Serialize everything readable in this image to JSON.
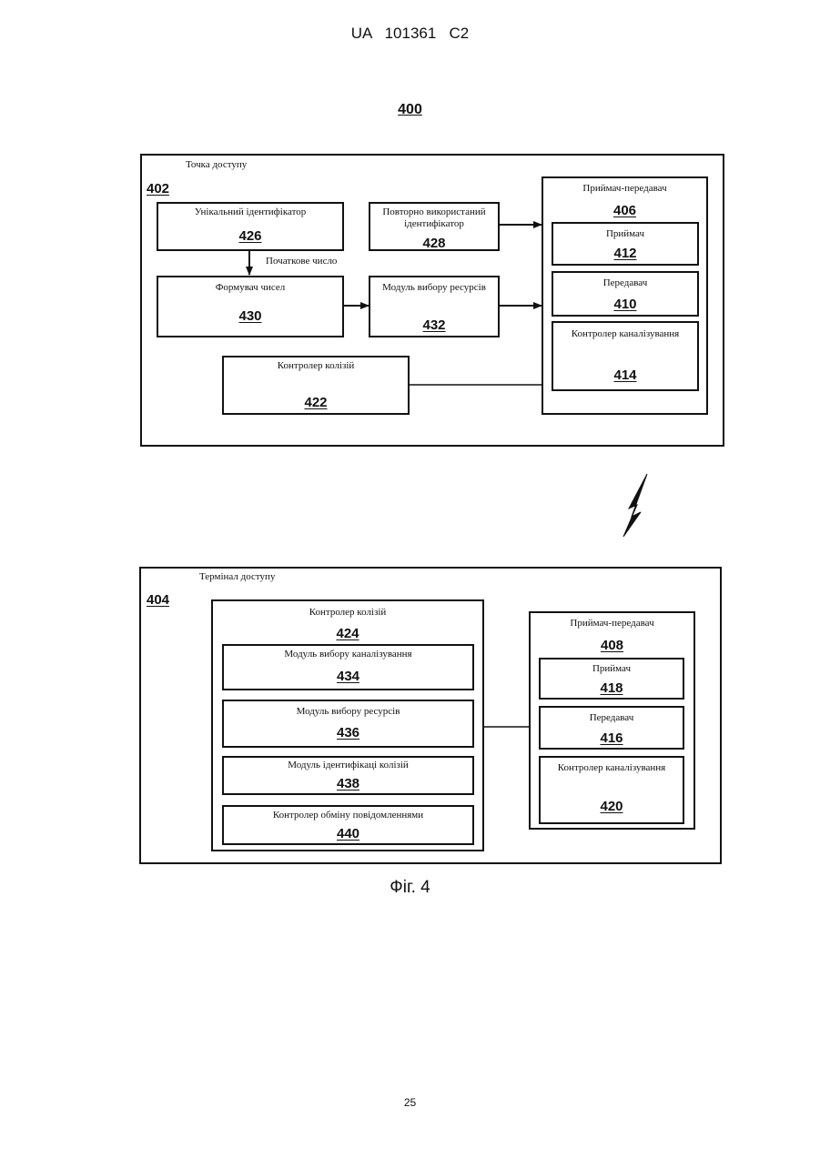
{
  "header": {
    "patent_id": "UA   101361   C2"
  },
  "figure_number": "400",
  "access_point": {
    "title": "Точка доступу",
    "ref": "402",
    "unique_id": {
      "label": "Унікальний ідентифікатор",
      "ref": "426"
    },
    "initial_number": "Початкове число",
    "reused_id": {
      "label": "Повторно використаний ідентифікатор",
      "ref": "428"
    },
    "number_generator": {
      "label": "Формувач чисел",
      "ref": "430"
    },
    "resource_module": {
      "label": "Модуль вибору ресурсів",
      "ref": "432"
    },
    "collision_controller": {
      "label": "Контролер колізій",
      "ref": "422"
    },
    "transceiver": {
      "label": "Приймач-передавач",
      "ref": "406",
      "receiver": {
        "label": "Приймач",
        "ref": "412"
      },
      "transmitter": {
        "label": "Передавач",
        "ref": "410"
      },
      "channel_controller": {
        "label": "Контролер каналізування",
        "ref": "414"
      }
    }
  },
  "access_terminal": {
    "title": "Термінал доступу",
    "ref": "404",
    "collision_controller": {
      "label": "Контролер колізій",
      "ref": "424",
      "channel_module": {
        "label": "Модуль вибору каналізування",
        "ref": "434"
      },
      "resource_module": {
        "label": "Модуль вибору ресурсів",
        "ref": "436"
      },
      "collision_id_module": {
        "label": "Модуль ідентифікаці колізій",
        "ref": "438"
      },
      "message_controller": {
        "label": "Контролер обміну повідомленнями",
        "ref": "440"
      }
    },
    "transceiver": {
      "label": "Приймач-передавач",
      "ref": "408",
      "receiver": {
        "label": "Приймач",
        "ref": "418"
      },
      "transmitter": {
        "label": "Передавач",
        "ref": "416"
      },
      "channel_controller": {
        "label": "Контролер каналізування",
        "ref": "420"
      }
    }
  },
  "caption": "Фіг. 4",
  "page_number": "25"
}
